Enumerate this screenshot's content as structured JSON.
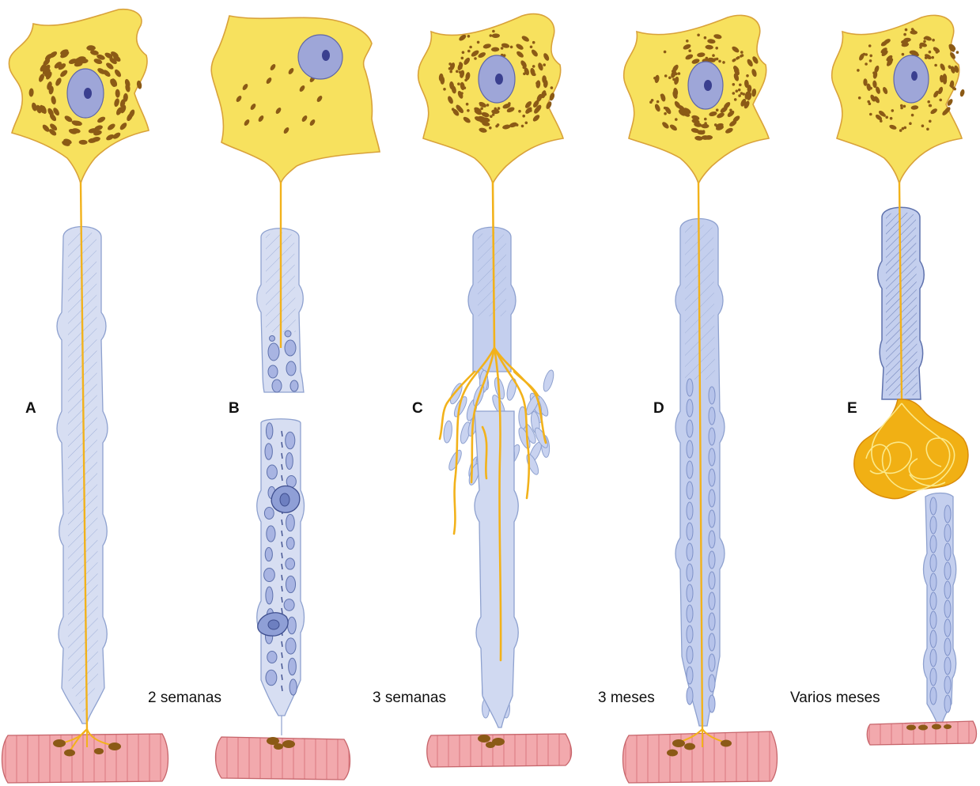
{
  "panels": [
    {
      "letter": "A",
      "time": ""
    },
    {
      "letter": "B",
      "time": "2 semanas"
    },
    {
      "letter": "C",
      "time": "3 semanas"
    },
    {
      "letter": "D",
      "time": "3 meses"
    },
    {
      "letter": "E",
      "time": "Varios meses"
    }
  ],
  "colors": {
    "soma": "#f7e15e",
    "soma_edge": "#d9a23a",
    "nucleus": "#9ea6d8",
    "nucleolus": "#3a3f8f",
    "granule": "#8b5a16",
    "axon": "#f2b21b",
    "sheath": "#cdd6ee",
    "sheath_edge": "#8ea1cf",
    "muscle": "#f2a9ad",
    "muscle_edge": "#c7656b",
    "neuroma": "#f1b014"
  }
}
